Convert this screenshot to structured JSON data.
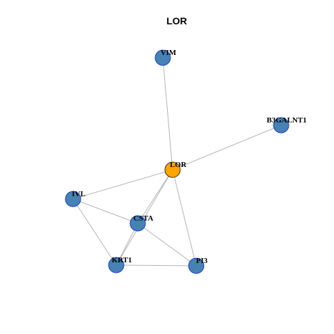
{
  "graph": {
    "title": "LOR",
    "hub": "LOR",
    "colors": {
      "hub_fill": "#FFA500",
      "hub_stroke": "#333333",
      "node_fill": "#4682B4",
      "node_stroke": "#1E3FCC",
      "edge": "#B3B3B3"
    },
    "nodes": [
      {
        "id": "VIM",
        "label": "VIM"
      },
      {
        "id": "B3GALNT1",
        "label": "B3GALNT1"
      },
      {
        "id": "LOR",
        "label": "LOR"
      },
      {
        "id": "IVL",
        "label": "IVL"
      },
      {
        "id": "CSTA",
        "label": "CSTA"
      },
      {
        "id": "KRT1",
        "label": "KRT1"
      },
      {
        "id": "PI3",
        "label": "PI3"
      }
    ],
    "edges": [
      [
        "LOR",
        "VIM"
      ],
      [
        "LOR",
        "B3GALNT1"
      ],
      [
        "LOR",
        "IVL"
      ],
      [
        "LOR",
        "CSTA"
      ],
      [
        "LOR",
        "KRT1"
      ],
      [
        "LOR",
        "PI3"
      ],
      [
        "IVL",
        "CSTA"
      ],
      [
        "IVL",
        "KRT1"
      ],
      [
        "CSTA",
        "KRT1"
      ],
      [
        "CSTA",
        "PI3"
      ],
      [
        "KRT1",
        "PI3"
      ]
    ]
  }
}
